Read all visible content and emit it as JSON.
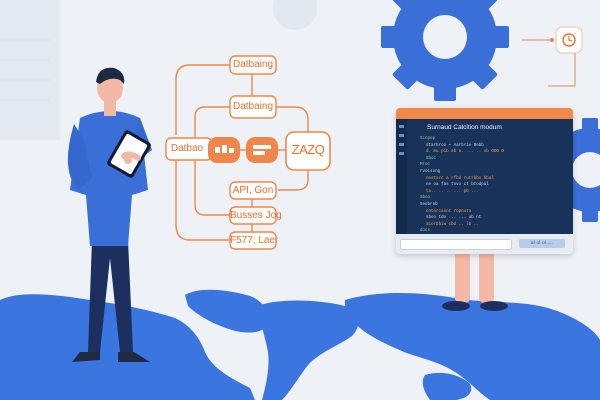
{
  "flow": {
    "nodes": {
      "top": "Datbaing",
      "second": "Datbaing",
      "left": "Datbao",
      "right": "ZAZQ",
      "api": "API, Gon",
      "busses": "Busses Jog",
      "footer": "F577; Laer"
    }
  },
  "code_window": {
    "title": "Surnaud Calcition modum",
    "lines": [
      {
        "text": "Scopop",
        "color": "#6ee08a",
        "indent": 0
      },
      {
        "text": "dtarhroo  • Aarbrie Rebb",
        "color": "#c6d4ee",
        "indent": 6
      },
      {
        "text": "d. mu  pib  ab  a.  ...  ..  ob  OOO  O",
        "color": "#f3a347",
        "indent": 6
      },
      {
        "text": "Sboc",
        "color": "#6ee08a",
        "indent": 6
      },
      {
        "text": "Mroc",
        "color": "#6ee08a",
        "indent": 0
      },
      {
        "text": "rvocsong",
        "color": "#c6d4ee",
        "indent": 0
      },
      {
        "text": "nestsrc  a rfbd  rutrbbo bbal",
        "color": "#f3a347",
        "indent": 6
      },
      {
        "text": "ne  oa  fas  tnvo  ct  btodpal",
        "color": "#c6d4ee",
        "indent": 6
      },
      {
        "text": "ta..  ..  ..  ...  pb  ...",
        "color": "#f3a347",
        "indent": 6
      },
      {
        "text": "Sboo",
        "color": "#6ee08a",
        "indent": 0
      },
      {
        "text": "Seobrnb",
        "color": "#c6d4ee",
        "indent": 0
      },
      {
        "text": "ontorcasnt  ropnuto",
        "color": "#f3a347",
        "indent": 6
      },
      {
        "text": "sboo  tdo  ...  ...  ab  nt",
        "color": "#c6d4ee",
        "indent": 6
      },
      {
        "text": "Scorbhiw  cbd  ..  lb  ..",
        "color": "#f3a347",
        "indent": 6
      },
      {
        "text": "docs",
        "color": "#6ee08a",
        "indent": 0
      }
    ],
    "status": "aŀ  oŀ  oŀ ...."
  },
  "colors": {
    "accent_orange": "#f0874a",
    "primary_blue": "#3a6fd8",
    "navy": "#1c2f5e",
    "background": "#eef1f6"
  },
  "icons": [
    "gear-icon",
    "clock-icon",
    "tablet-icon"
  ]
}
